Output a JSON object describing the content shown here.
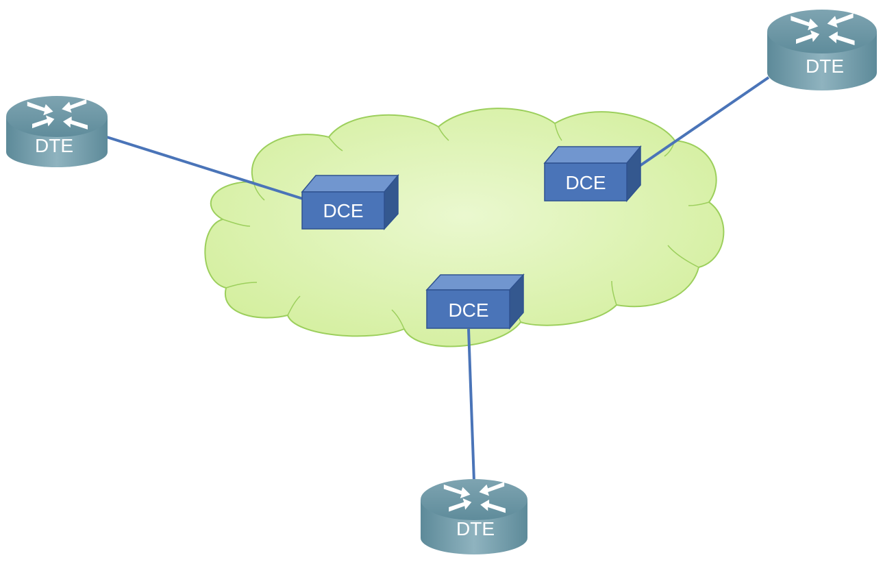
{
  "diagram": {
    "cloud": {
      "fill": "#d9f2a8",
      "stroke": "#9ccf5c"
    },
    "link_color": "#4a74b8",
    "dte_nodes": [
      {
        "id": "dte-left",
        "label": "DTE"
      },
      {
        "id": "dte-right",
        "label": "DTE"
      },
      {
        "id": "dte-bottom",
        "label": "DTE"
      }
    ],
    "dce_nodes": [
      {
        "id": "dce-left",
        "label": "DCE"
      },
      {
        "id": "dce-right",
        "label": "DCE"
      },
      {
        "id": "dce-bottom",
        "label": "DCE"
      }
    ],
    "links": [
      {
        "from": "dte-left",
        "to": "dce-left"
      },
      {
        "from": "dte-right",
        "to": "dce-right"
      },
      {
        "from": "dte-bottom",
        "to": "dce-bottom"
      }
    ]
  }
}
